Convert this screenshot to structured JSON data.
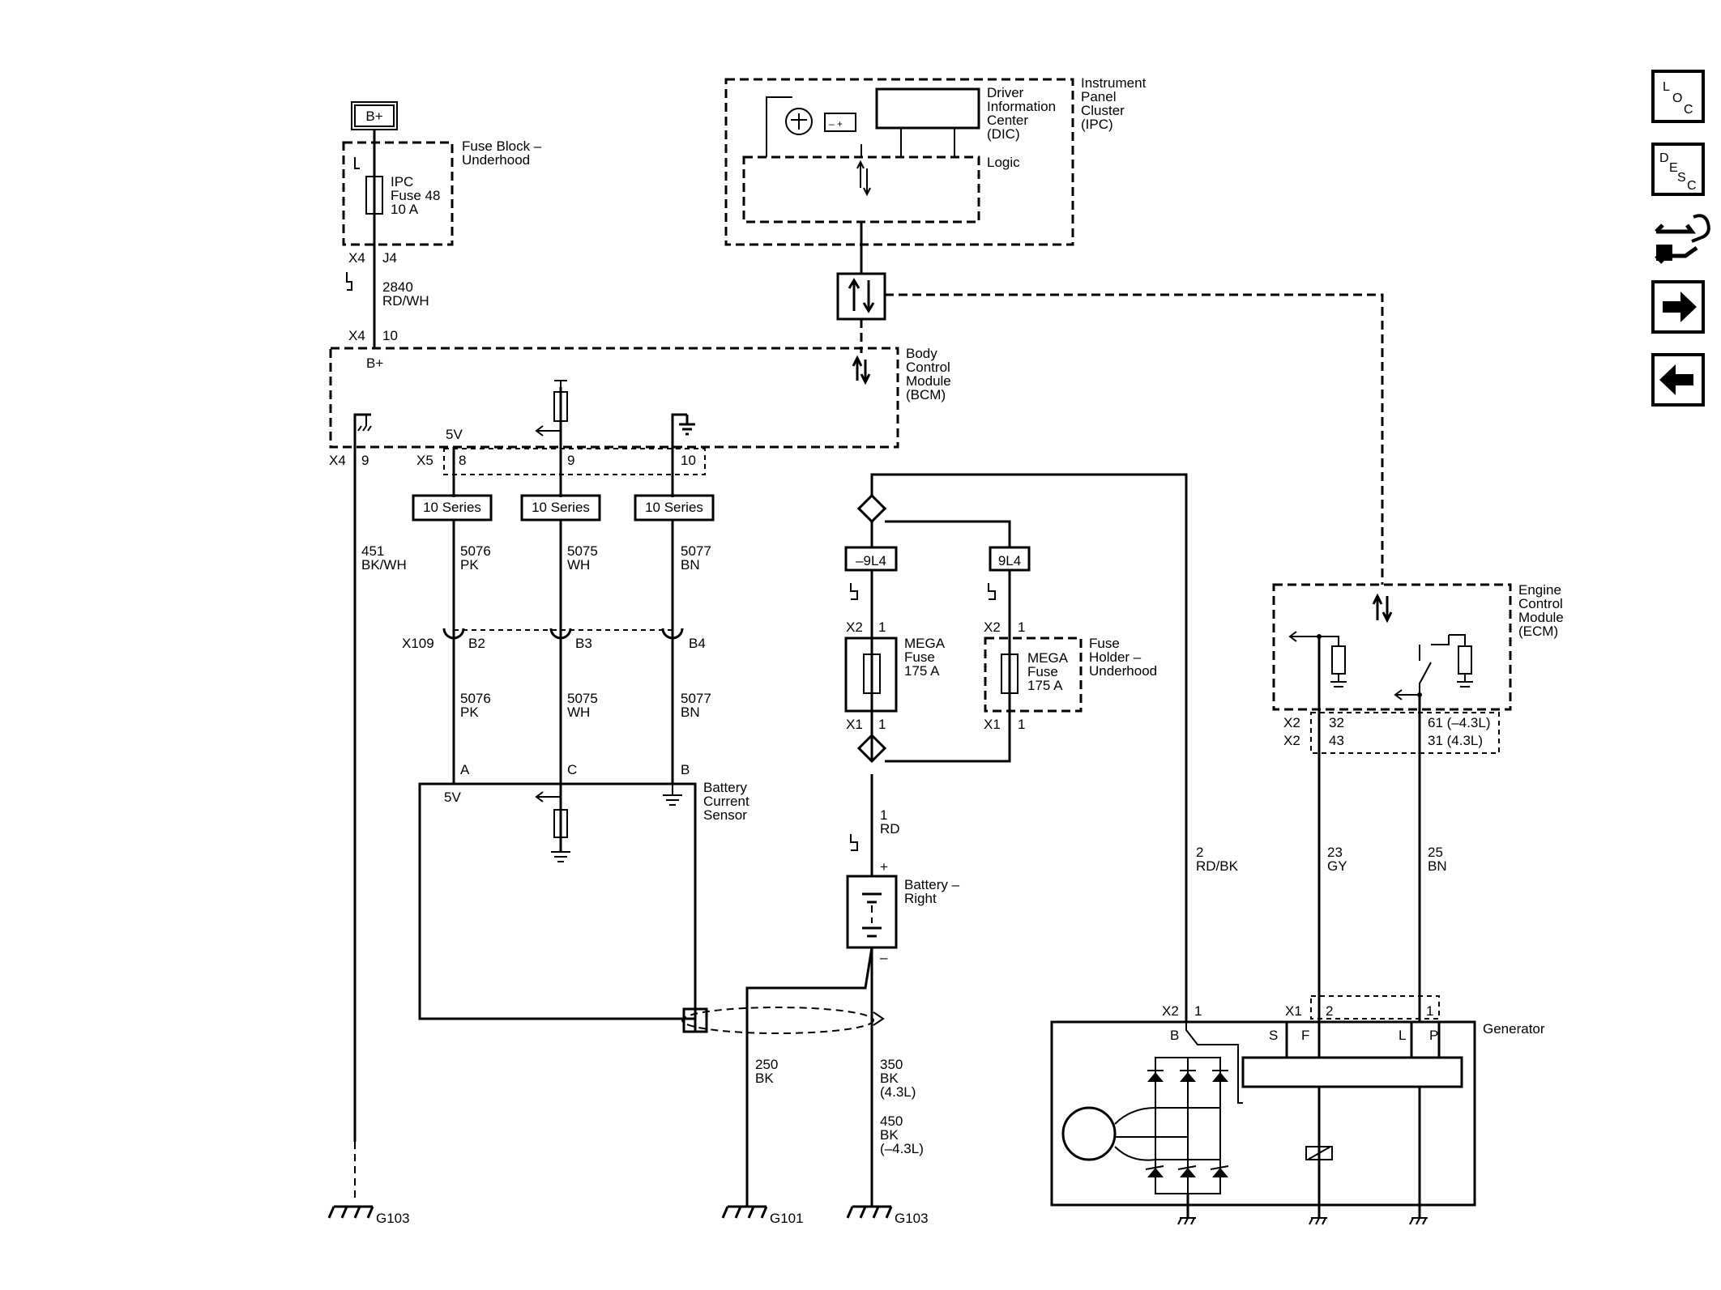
{
  "battery_supply": {
    "label": "B+"
  },
  "fuse_block": {
    "name": "Fuse Block –\nUnderhood",
    "fuse": "IPC\nFuse 48\n10 A"
  },
  "ipc": {
    "name": "Instrument\nPanel\nCluster\n(IPC)",
    "dic": "Driver\nInformation\nCenter\n(DIC)",
    "logic": "Logic"
  },
  "bcm": {
    "name": "Body\nControl\nModule\n(BCM)",
    "bplus": "B+",
    "v5": "5V"
  },
  "ecm": {
    "name": "Engine\nControl\nModule\n(ECM)"
  },
  "battery_current_sensor": {
    "name": "Battery\nCurrent\nSensor",
    "v5": "5V",
    "pin_a": "A",
    "pin_c": "C",
    "pin_b": "B"
  },
  "battery_right": {
    "name": "Battery –\nRight",
    "plus": "+",
    "minus": "–"
  },
  "fuse_holder": {
    "name": "Fuse\nHolder –\nUnderhood"
  },
  "mega_fuse_left": {
    "label": "MEGA\nFuse\n175 A",
    "option": "–9L4"
  },
  "mega_fuse_right": {
    "label": "MEGA\nFuse\n175 A",
    "option": "9L4"
  },
  "generator": {
    "name": "Generator",
    "pin_b": "B",
    "pin_s": "S",
    "pin_f": "F",
    "pin_l": "L",
    "pin_p": "P"
  },
  "series_box": {
    "label": "10 Series"
  },
  "connectors": {
    "x4": "X4",
    "x5": "X5",
    "x2": "X2",
    "x1": "X1",
    "x109": "X109",
    "j4": "J4",
    "x4_10": "10",
    "bcm_x4_pin": "9",
    "bcm_x5_pin8": "8",
    "bcm_x5_pin9": "9",
    "bcm_x5_pin10": "10",
    "x109_b2": "B2",
    "x109_b3": "B3",
    "x109_b4": "B4",
    "fuse_x2_1": "1",
    "fuse_x1_1": "1",
    "fuse_r_x2_1": "1",
    "fuse_r_x1_1": "1",
    "ecm_32": "32",
    "ecm_43": "43",
    "ecm_61": "61 (–4.3L)",
    "ecm_31": "31 (4.3L)",
    "gen_x2_1": "1",
    "gen_x1_2": "2",
    "gen_x1_1": "1"
  },
  "wires": {
    "w2840": "2840\nRD/WH",
    "w451": "451\nBK/WH",
    "w5076": "5076\nPK",
    "w5075": "5075\nWH",
    "w5077": "5077\nBN",
    "w1": "1\nRD",
    "w2": "2\nRD/BK",
    "w23": "23\nGY",
    "w25": "25\nBN",
    "w250": "250\nBK",
    "w350": "350\nBK\n(4.3L)",
    "w450": "450\nBK\n(–4.3L)"
  },
  "grounds": {
    "g103_left": "G103",
    "g101": "G101",
    "g103_right": "G103"
  },
  "nav": {
    "loc": {
      "l1": "L",
      "l2": "O",
      "l3": "C"
    },
    "desc": {
      "l1": "D",
      "l2": "E",
      "l3": "S",
      "l4": "C"
    }
  },
  "icons": [
    "loc-icon",
    "desc-icon",
    "connector-tool-icon",
    "next-arrow-icon",
    "back-arrow-icon"
  ]
}
